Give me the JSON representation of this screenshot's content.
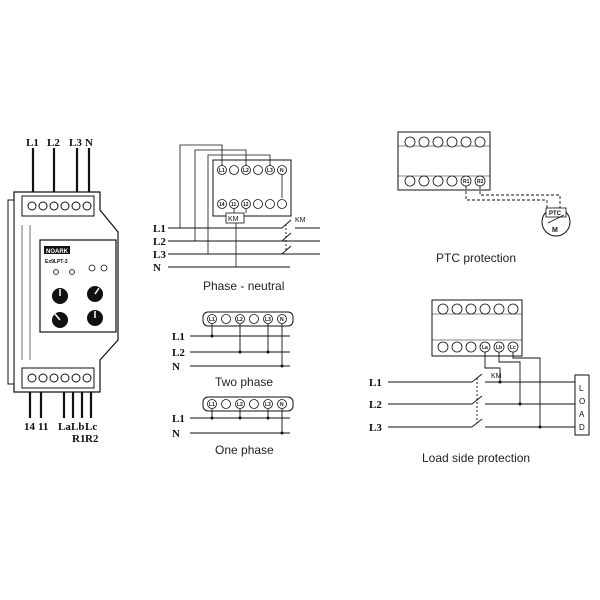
{
  "device": {
    "top_labels": [
      "L1",
      "L2",
      "L3",
      "N"
    ],
    "bottom_labels_row1": [
      "14",
      "11",
      "La",
      "Lb",
      "Lc"
    ],
    "bottom_labels_row2": [
      "R1",
      "R2"
    ],
    "brand": "NOARK",
    "model": "Ex9LPT-3"
  },
  "phase_neutral": {
    "caption": "Phase - neutral",
    "lines": [
      "L1",
      "L2",
      "L3",
      "N"
    ],
    "terminals_top": [
      "L1",
      "L2",
      "L3",
      "N"
    ],
    "terminals_bottom": [
      "14",
      "11",
      "12"
    ],
    "coil_label": "KM",
    "contactor_label": "KM"
  },
  "two_phase": {
    "caption": "Two phase",
    "lines": [
      "L1",
      "L2",
      "N"
    ],
    "terminals": [
      "L1",
      "L2",
      "L3",
      "N"
    ]
  },
  "one_phase": {
    "caption": "One phase",
    "lines": [
      "L1",
      "N"
    ],
    "terminals": [
      "L1",
      "L2",
      "L3",
      "N"
    ]
  },
  "ptc": {
    "caption": "PTC protection",
    "terminals": [
      "R1",
      "R2"
    ],
    "sensor_label": "PTC",
    "motor_label": "M"
  },
  "load_side": {
    "caption": "Load side protection",
    "lines": [
      "L1",
      "L2",
      "L3"
    ],
    "terminals": [
      "La",
      "Lb",
      "Lc"
    ],
    "contactor_label": "KM",
    "load_letters": [
      "L",
      "O",
      "A",
      "D"
    ]
  }
}
